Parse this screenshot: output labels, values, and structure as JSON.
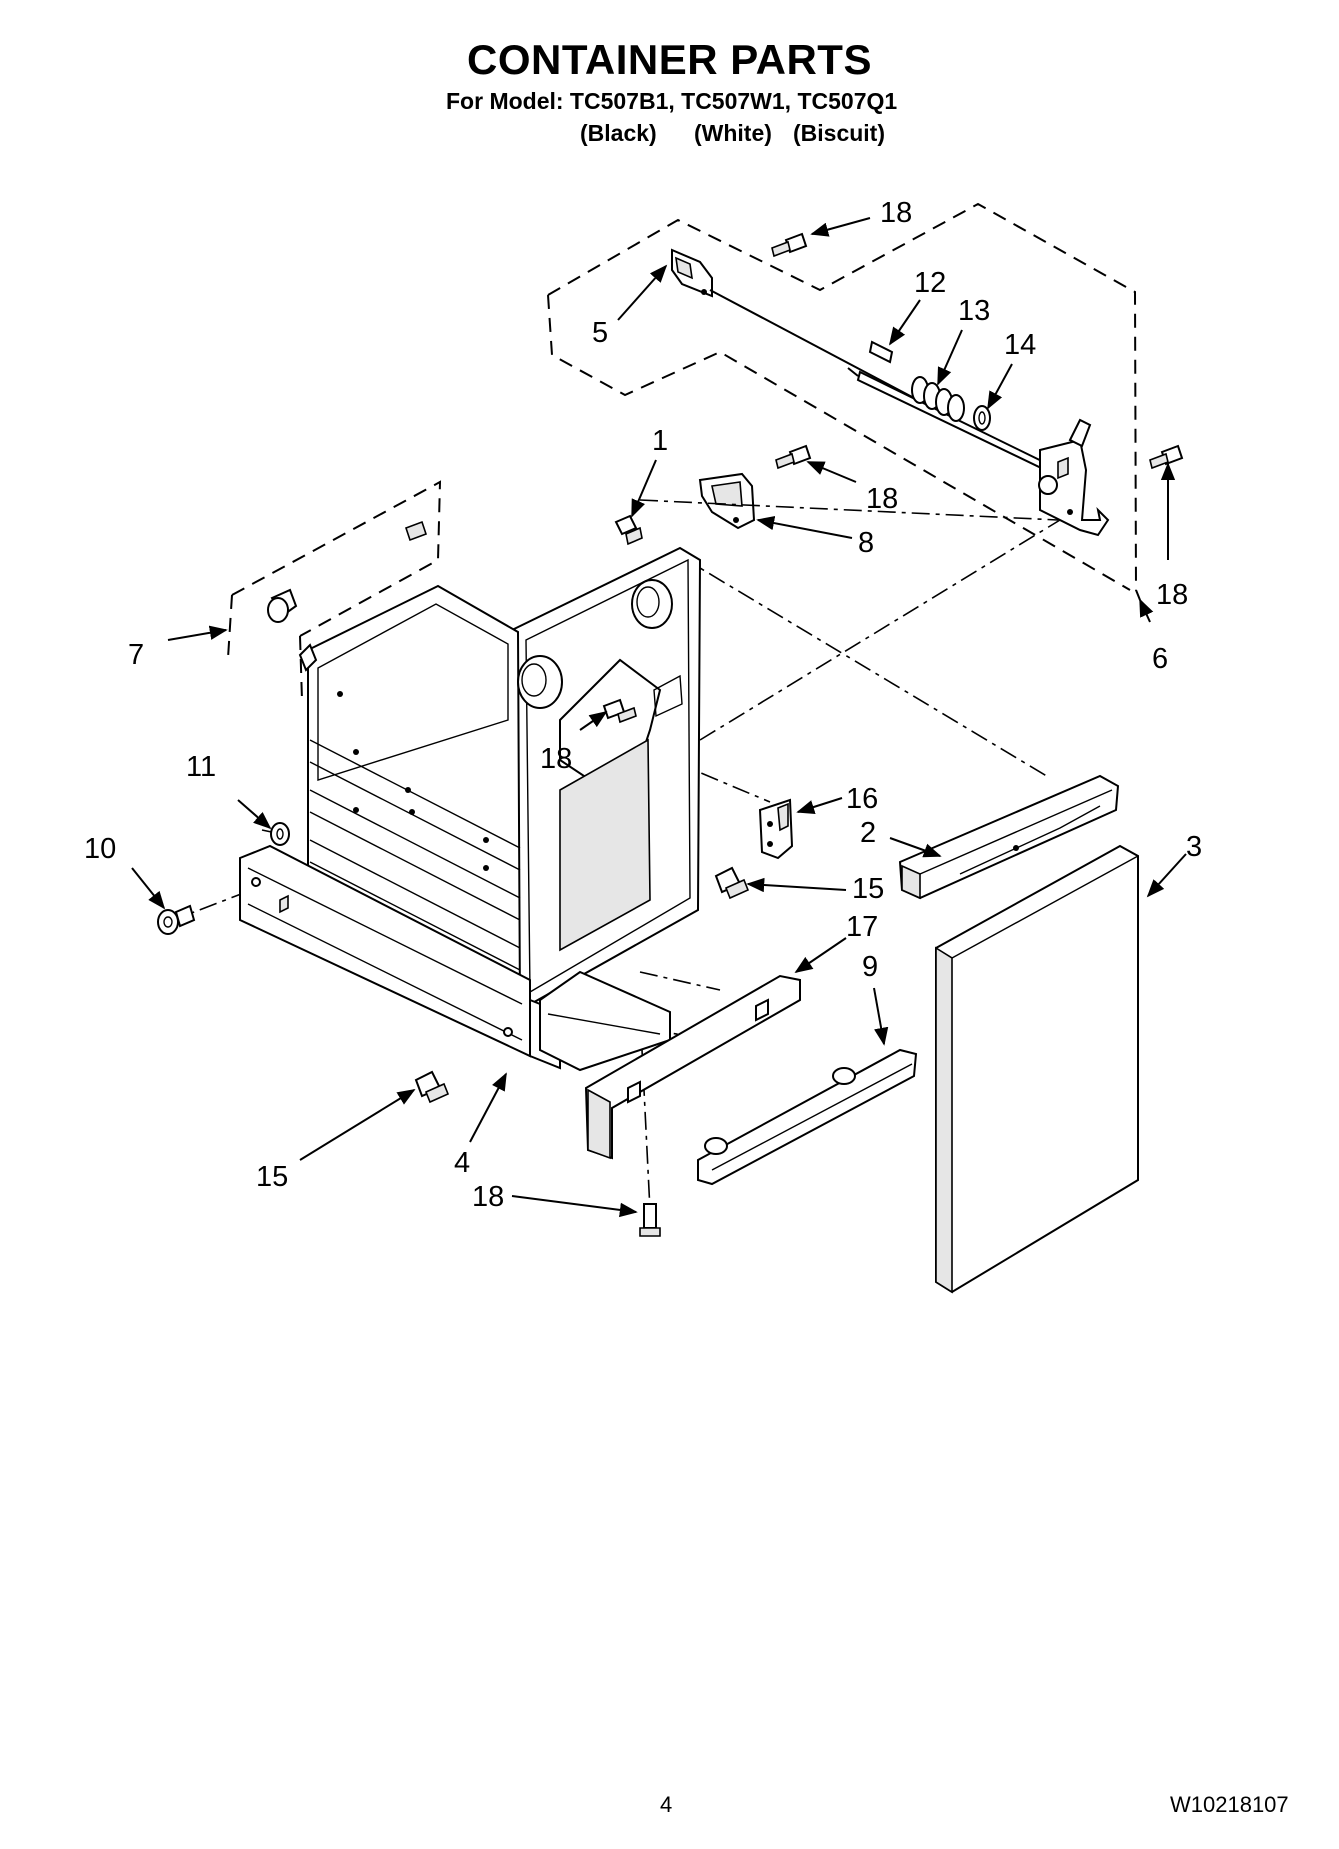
{
  "header": {
    "title": "CONTAINER PARTS",
    "model_line": "For Model: TC507B1, TC507W1, TC507Q1",
    "variants": [
      "(Black)",
      "(White)",
      "(Biscuit)"
    ]
  },
  "callouts": {
    "c1": "1",
    "c2": "2",
    "c3": "3",
    "c4": "4",
    "c5": "5",
    "c6": "6",
    "c7": "7",
    "c8": "8",
    "c9": "9",
    "c10": "10",
    "c11": "11",
    "c12": "12",
    "c13": "13",
    "c14": "14",
    "c15a": "15",
    "c15b": "15",
    "c16": "16",
    "c17": "17",
    "c18a": "18",
    "c18b": "18",
    "c18c": "18",
    "c18d": "18",
    "c18e": "18"
  },
  "footer": {
    "page_number": "4",
    "doc_number": "W10218107"
  }
}
